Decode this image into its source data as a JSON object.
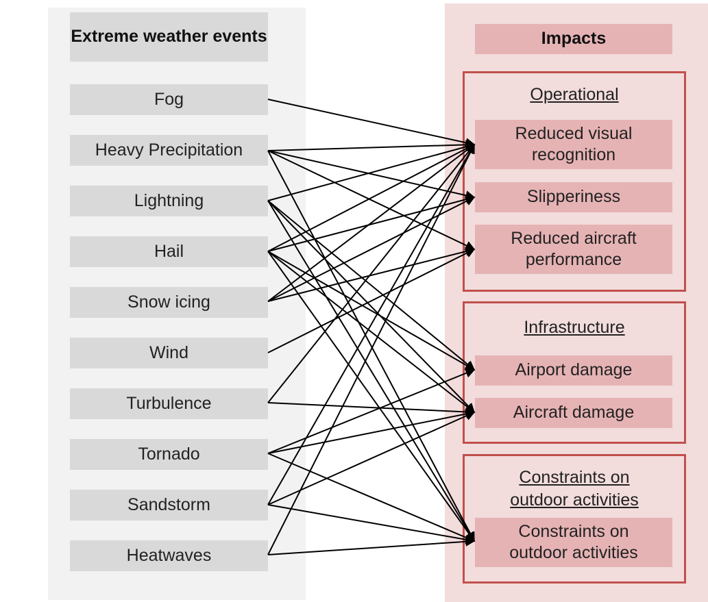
{
  "left_header": "Extreme weather events",
  "right_header": "Impacts",
  "events": [
    {
      "id": "fog",
      "label": "Fog"
    },
    {
      "id": "heavy-precipitation",
      "label": "Heavy Precipitation"
    },
    {
      "id": "lightning",
      "label": "Lightning"
    },
    {
      "id": "hail",
      "label": "Hail"
    },
    {
      "id": "snow-icing",
      "label": "Snow icing"
    },
    {
      "id": "wind",
      "label": "Wind"
    },
    {
      "id": "turbulence",
      "label": "Turbulence"
    },
    {
      "id": "tornado",
      "label": "Tornado"
    },
    {
      "id": "sandstorm",
      "label": "Sandstorm"
    },
    {
      "id": "heatwaves",
      "label": "Heatwaves"
    }
  ],
  "groups": [
    {
      "id": "operational",
      "title": "Operational"
    },
    {
      "id": "infrastructure",
      "title": "Infrastructure"
    },
    {
      "id": "constraints",
      "title": "Constraints on outdoor activities"
    }
  ],
  "impacts": [
    {
      "id": "reduced-visual-recognition",
      "label": "Reduced visual recognition",
      "group": "operational"
    },
    {
      "id": "slipperiness",
      "label": "Slipperiness",
      "group": "operational"
    },
    {
      "id": "reduced-aircraft-performance",
      "label": "Reduced aircraft performance",
      "group": "operational"
    },
    {
      "id": "airport-damage",
      "label": "Airport damage",
      "group": "infrastructure"
    },
    {
      "id": "aircraft-damage",
      "label": "Aircraft damage",
      "group": "infrastructure"
    },
    {
      "id": "constraints-outdoor",
      "label": "Constraints on outdoor activities",
      "group": "constraints"
    }
  ],
  "links": [
    {
      "from": "fog",
      "to": "reduced-visual-recognition"
    },
    {
      "from": "heavy-precipitation",
      "to": "reduced-visual-recognition"
    },
    {
      "from": "heavy-precipitation",
      "to": "slipperiness"
    },
    {
      "from": "heavy-precipitation",
      "to": "reduced-aircraft-performance"
    },
    {
      "from": "heavy-precipitation",
      "to": "constraints-outdoor"
    },
    {
      "from": "lightning",
      "to": "reduced-visual-recognition"
    },
    {
      "from": "lightning",
      "to": "airport-damage"
    },
    {
      "from": "lightning",
      "to": "aircraft-damage"
    },
    {
      "from": "lightning",
      "to": "constraints-outdoor"
    },
    {
      "from": "hail",
      "to": "reduced-visual-recognition"
    },
    {
      "from": "hail",
      "to": "slipperiness"
    },
    {
      "from": "hail",
      "to": "airport-damage"
    },
    {
      "from": "hail",
      "to": "aircraft-damage"
    },
    {
      "from": "hail",
      "to": "constraints-outdoor"
    },
    {
      "from": "snow-icing",
      "to": "reduced-visual-recognition"
    },
    {
      "from": "snow-icing",
      "to": "slipperiness"
    },
    {
      "from": "snow-icing",
      "to": "reduced-aircraft-performance"
    },
    {
      "from": "wind",
      "to": "reduced-aircraft-performance"
    },
    {
      "from": "turbulence",
      "to": "reduced-visual-recognition"
    },
    {
      "from": "turbulence",
      "to": "aircraft-damage"
    },
    {
      "from": "tornado",
      "to": "airport-damage"
    },
    {
      "from": "tornado",
      "to": "aircraft-damage"
    },
    {
      "from": "tornado",
      "to": "constraints-outdoor"
    },
    {
      "from": "sandstorm",
      "to": "reduced-visual-recognition"
    },
    {
      "from": "sandstorm",
      "to": "aircraft-damage"
    },
    {
      "from": "sandstorm",
      "to": "constraints-outdoor"
    },
    {
      "from": "heatwaves",
      "to": "reduced-visual-recognition"
    },
    {
      "from": "heatwaves",
      "to": "constraints-outdoor"
    }
  ],
  "colors": {
    "left_panel": "#f2f2f2",
    "event_box": "#d9d9d9",
    "right_panel": "#f2dcdc",
    "impact_box": "#e6b3b5",
    "group_border": "#c0504d",
    "arrow": "#000000"
  }
}
